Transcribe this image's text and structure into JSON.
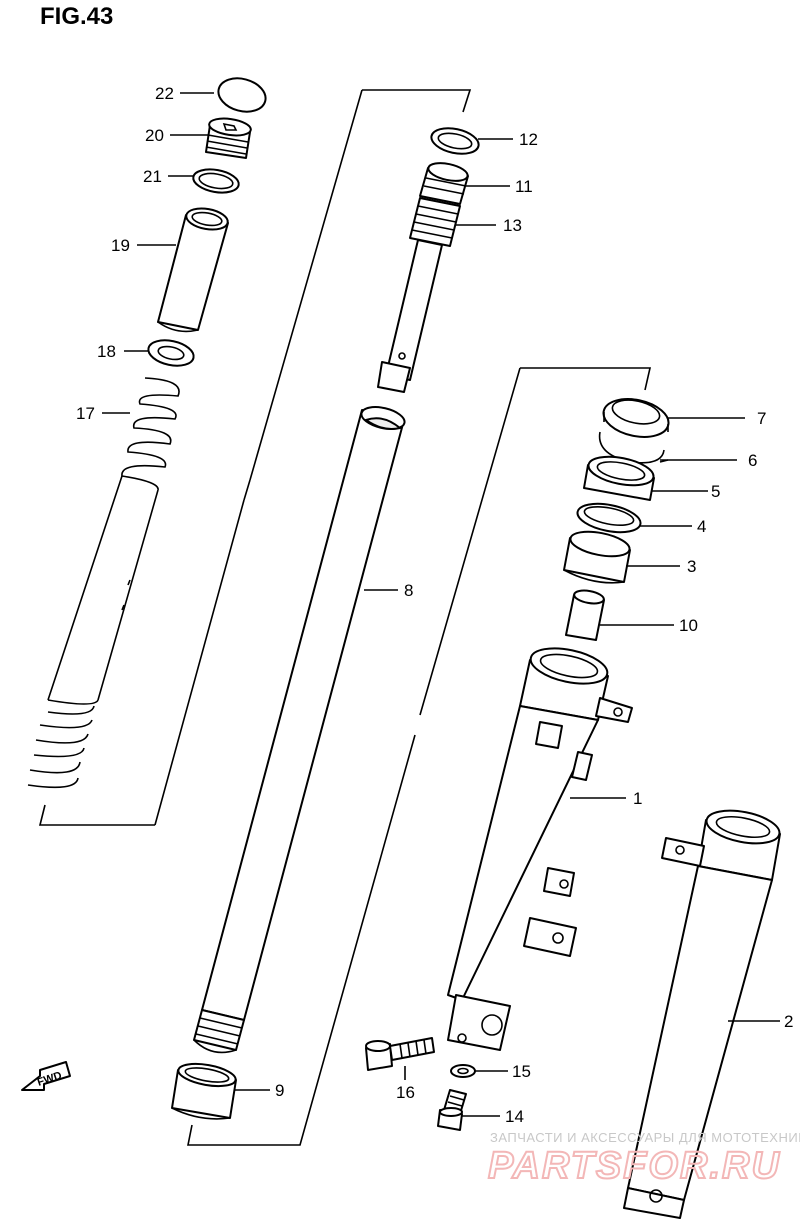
{
  "figure": {
    "title": "FIG.43"
  },
  "fwd_label": "FWD",
  "callouts": [
    {
      "id": "22",
      "text": "22"
    },
    {
      "id": "20",
      "text": "20"
    },
    {
      "id": "21",
      "text": "21"
    },
    {
      "id": "19",
      "text": "19"
    },
    {
      "id": "18",
      "text": "18"
    },
    {
      "id": "17",
      "text": "17"
    },
    {
      "id": "12",
      "text": "12"
    },
    {
      "id": "11",
      "text": "11"
    },
    {
      "id": "13",
      "text": "13"
    },
    {
      "id": "8",
      "text": "8"
    },
    {
      "id": "9",
      "text": "9"
    },
    {
      "id": "7",
      "text": "7"
    },
    {
      "id": "6",
      "text": "6"
    },
    {
      "id": "5",
      "text": "5"
    },
    {
      "id": "4",
      "text": "4"
    },
    {
      "id": "3",
      "text": "3"
    },
    {
      "id": "10",
      "text": "10"
    },
    {
      "id": "1",
      "text": "1"
    },
    {
      "id": "2",
      "text": "2"
    },
    {
      "id": "16",
      "text": "16"
    },
    {
      "id": "15",
      "text": "15"
    },
    {
      "id": "14",
      "text": "14"
    }
  ],
  "watermark": {
    "caption": "ЗАПЧАСТИ И АКСЕССУАРЫ ДЛЯ МОТОТЕХНИКИ",
    "brand": "PARTSFOR.RU",
    "brand_color": "#f3b7b7"
  }
}
